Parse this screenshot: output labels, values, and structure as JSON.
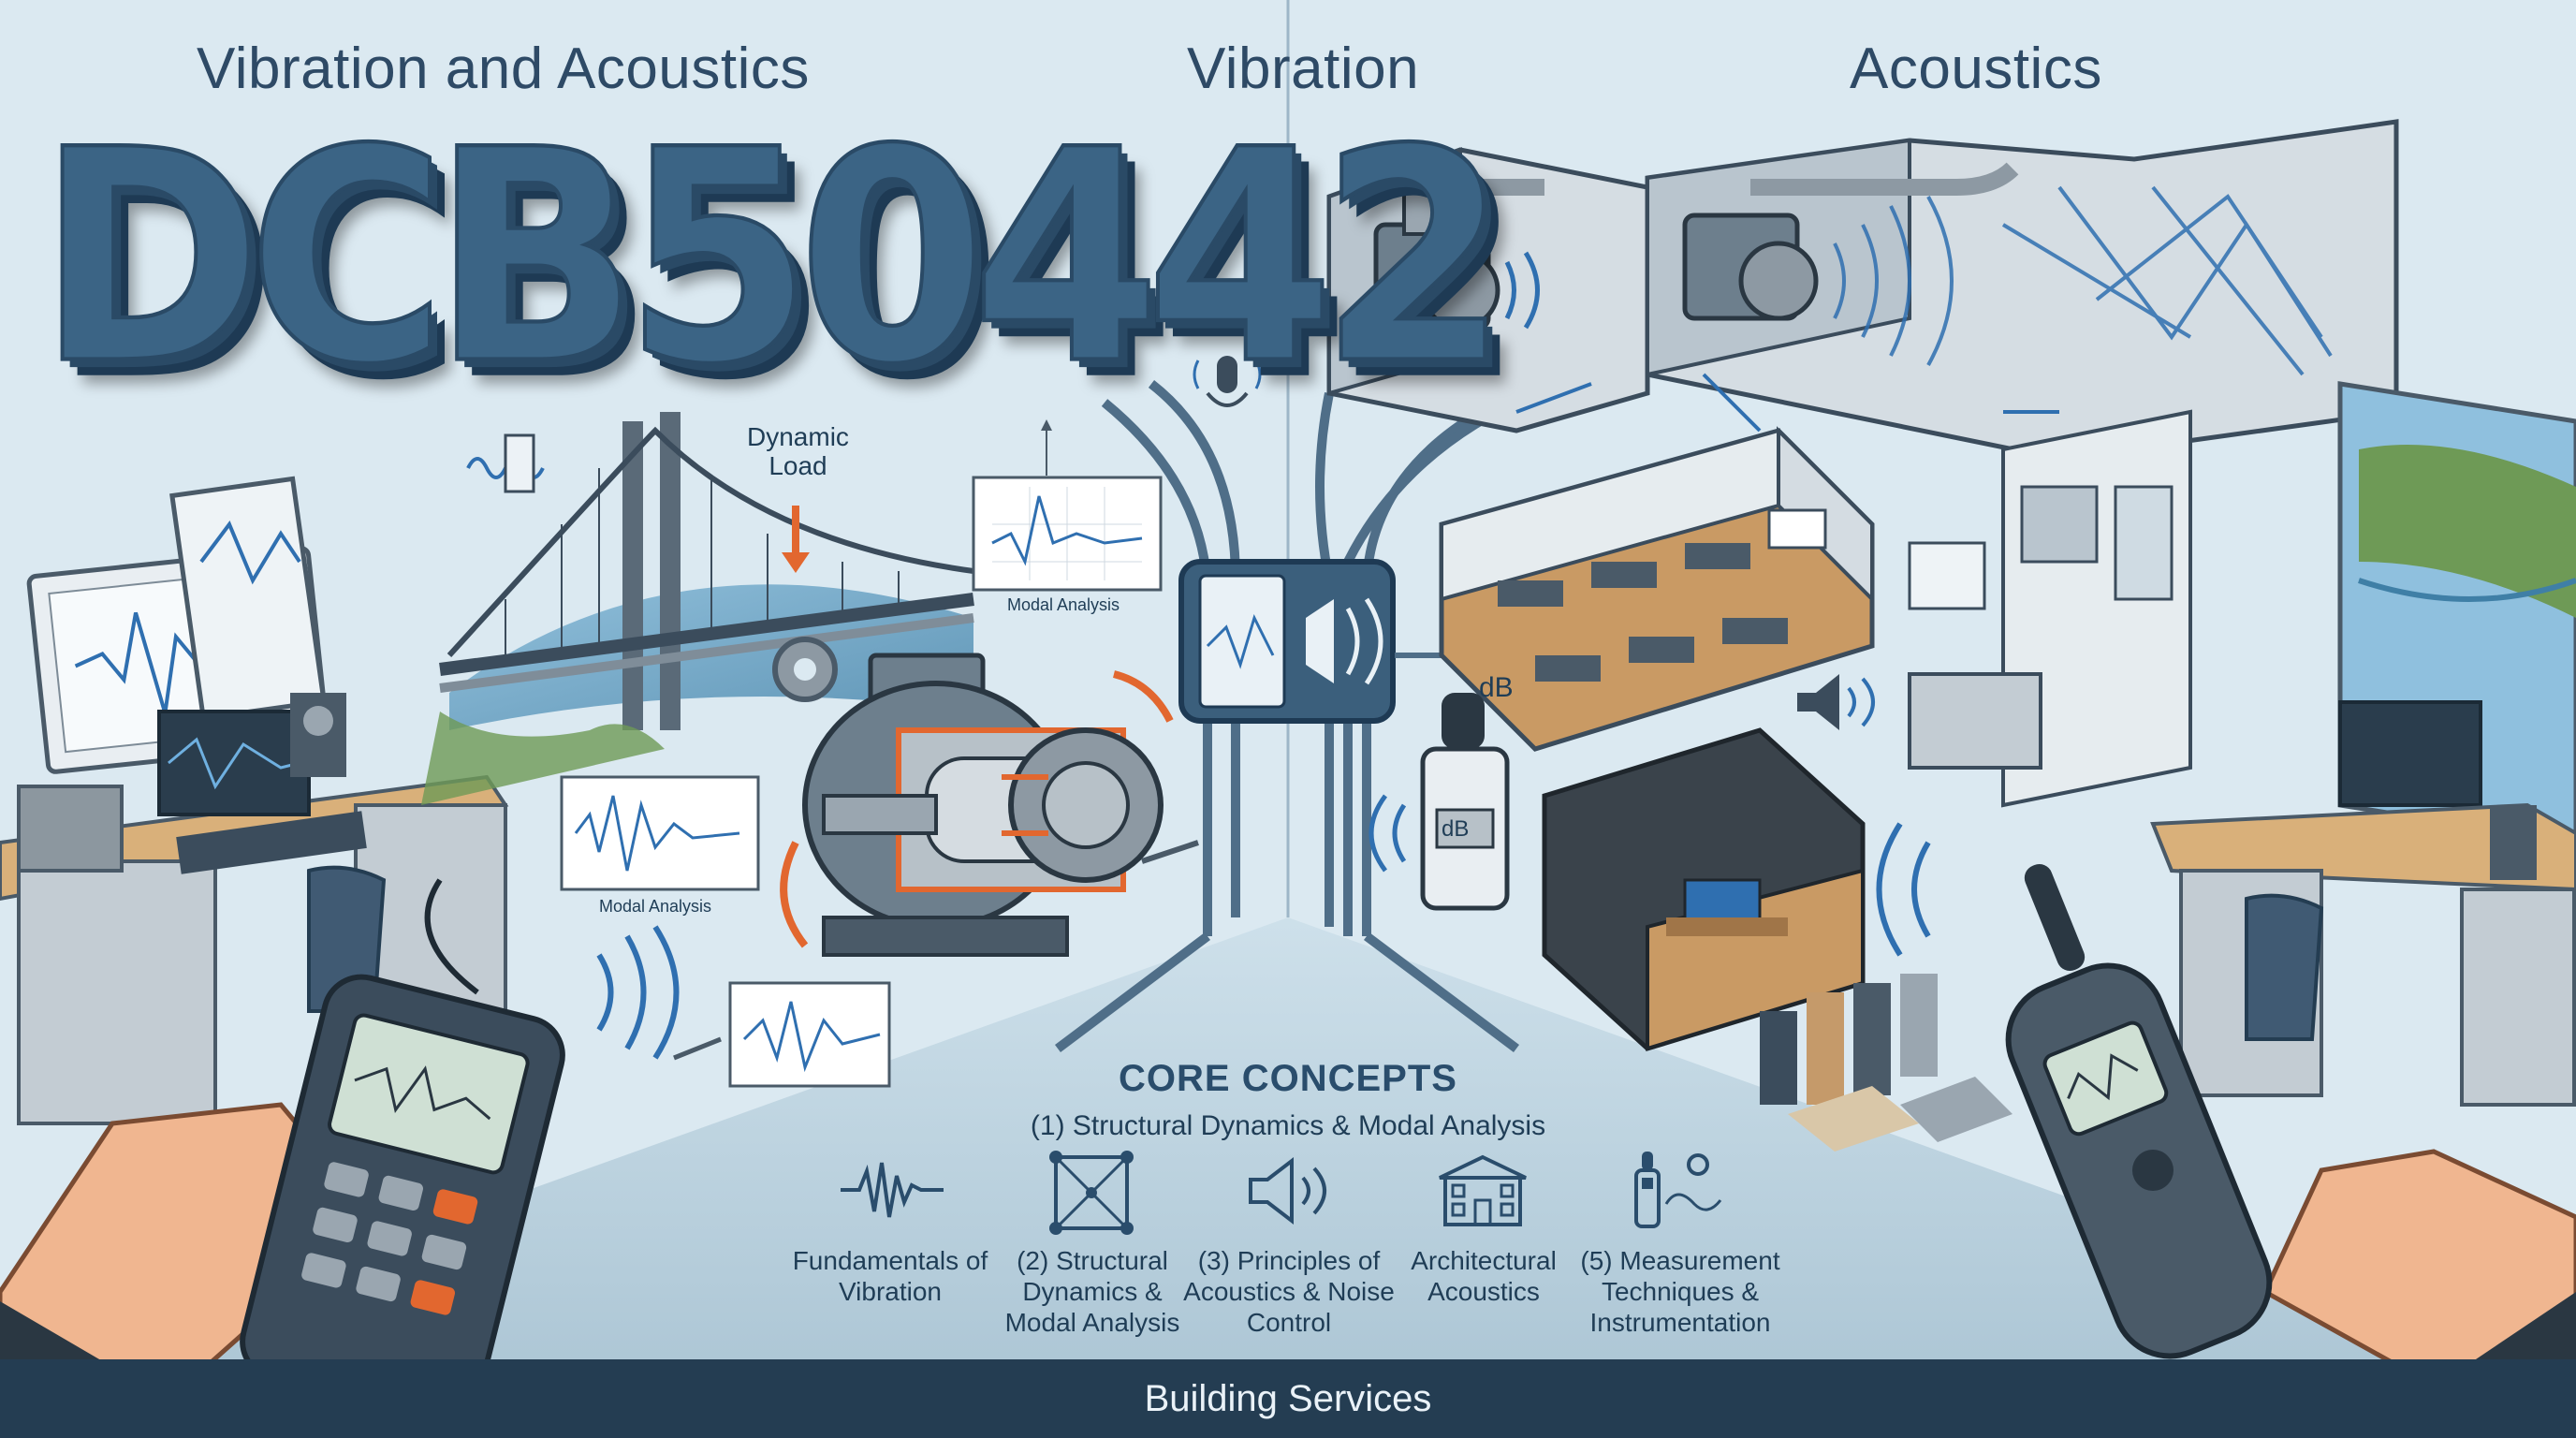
{
  "headings": {
    "left": "Vibration and Acoustics",
    "center": "Vibration",
    "right": "Acoustics"
  },
  "course_code": "DCB50442",
  "callouts": {
    "dynamic_load": "Dynamic\nLoad",
    "modal_analysis_top": "Modal Analysis",
    "modal_analysis_left": "Modal Analysis",
    "db_label": "dB",
    "meter_db": "dB"
  },
  "core_concepts": {
    "title": "CORE CONCEPTS",
    "subtitle": "(1) Structural Dynamics & Modal Analysis",
    "items": [
      {
        "label": "Fundamentals of Vibration",
        "icon": "waveform-icon"
      },
      {
        "label": "(2) Structural Dynamics & Modal Analysis",
        "icon": "node-frame-icon"
      },
      {
        "label": "(3) Principles of Acoustics & Noise Control",
        "icon": "speaker-icon"
      },
      {
        "label": "Architectural Acoustics",
        "icon": "building-icon"
      },
      {
        "label": "(5) Measurement Techniques & Instrumentation",
        "icon": "sound-meter-icon"
      }
    ]
  },
  "footer": "Building Services",
  "colors": {
    "background": "#dbe9f1",
    "title_blue": "#3b6485",
    "accent_orange": "#e2672f",
    "footer_bar": "#243d52",
    "wave_blue": "#2f6fb0"
  }
}
